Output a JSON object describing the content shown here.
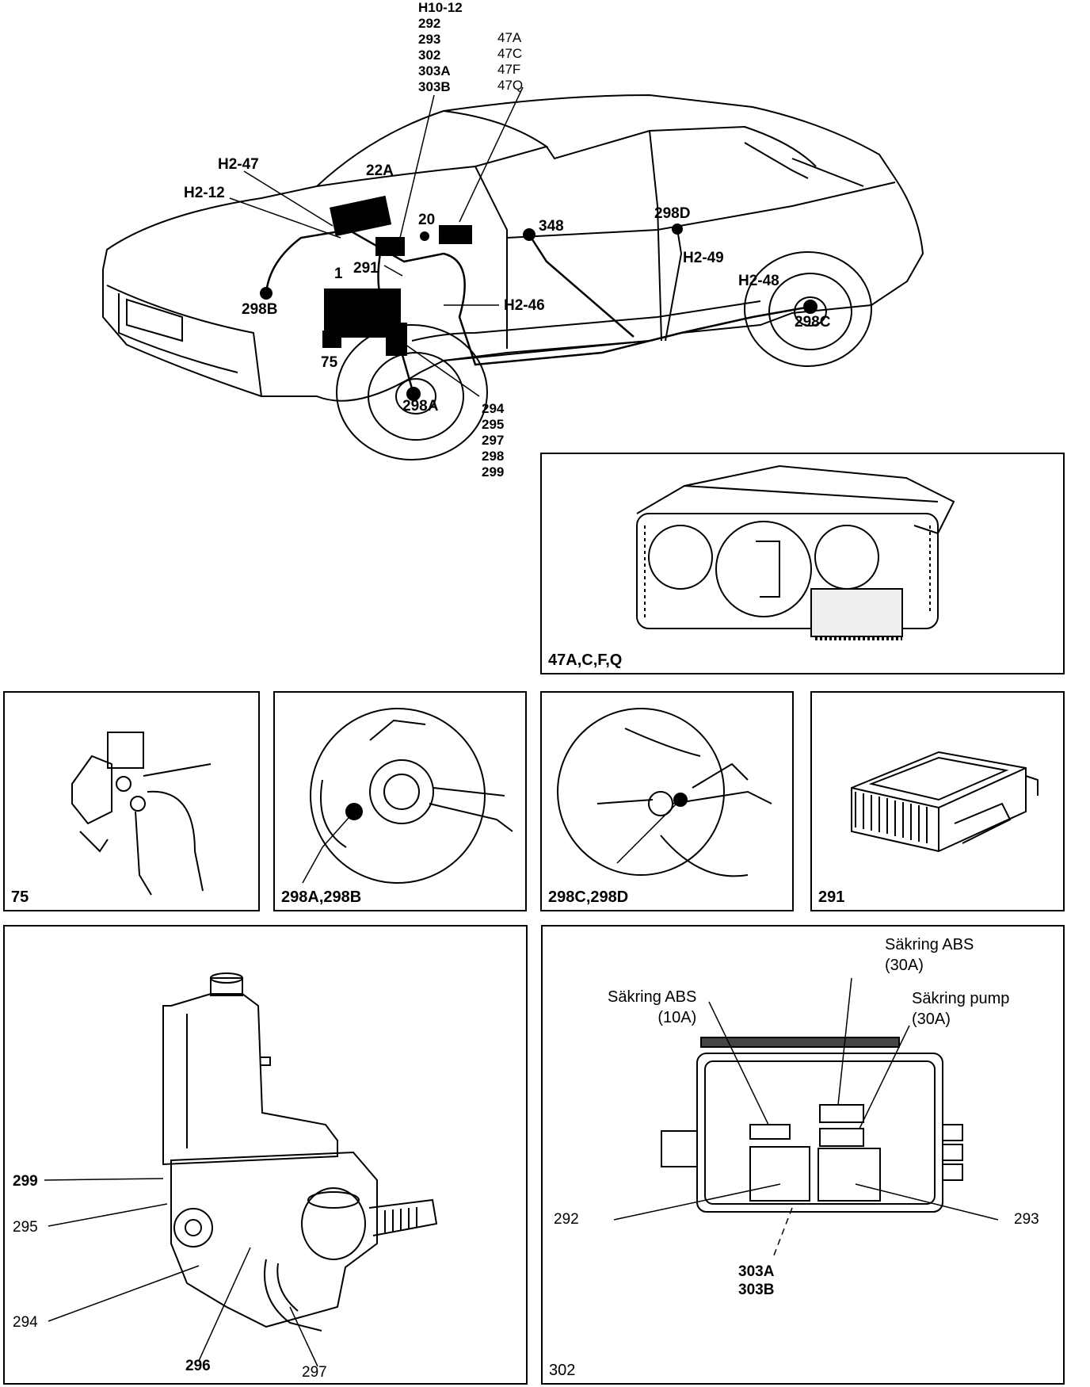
{
  "car": {
    "top_refs": [
      "H10-12",
      "292",
      "293",
      "302",
      "303A",
      "303B"
    ],
    "instrument_refs": [
      "47A",
      "47C",
      "47F",
      "47Q"
    ],
    "labels": {
      "h2_47": "H2-47",
      "h2_12": "H2-12",
      "c22a": "22A",
      "c20": "20",
      "c348": "348",
      "c298d": "298D",
      "h2_49": "H2-49",
      "h2_48": "H2-48",
      "c1": "1",
      "c291": "291",
      "h2_46": "H2-46",
      "c298b": "298B",
      "c75": "75",
      "c298a": "298A",
      "c298c": "298C"
    },
    "pump_refs": [
      "294",
      "295",
      "297",
      "298",
      "299"
    ]
  },
  "panels": {
    "instrument": "47A,C,F,Q",
    "relay": "75",
    "front_wheel": "298A,298B",
    "rear_wheel": "298C,298D",
    "ecu": "291",
    "pump": {
      "callouts": {
        "c299": "299",
        "c295": "295",
        "c294": "294",
        "c296": "296",
        "c297": "297"
      }
    },
    "fusebox": {
      "id": "302",
      "fuse1_title": "Säkring ABS",
      "fuse1_rating": "(10A)",
      "fuse2_title": "Säkring ABS",
      "fuse2_rating": "(30A)",
      "fuse3_title": "Säkring pump",
      "fuse3_rating": "(30A)",
      "c292": "292",
      "c293": "293",
      "c303": [
        "303A",
        "303B"
      ]
    }
  }
}
